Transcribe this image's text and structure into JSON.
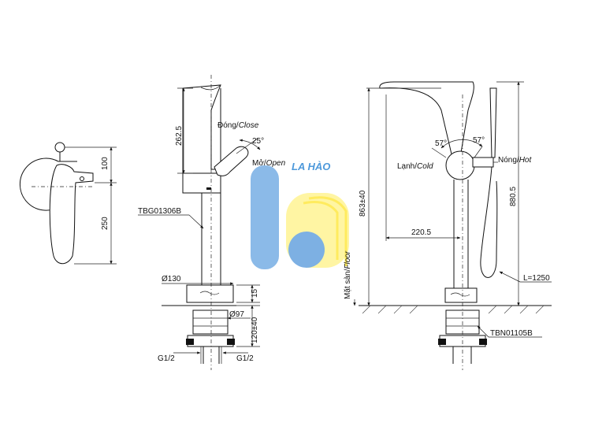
{
  "side_view": {
    "dim_100": "100",
    "dim_250": "250"
  },
  "front_view": {
    "dim_262_5": "262.5",
    "label_close_vi": "Đóng/",
    "label_close_en": "Close",
    "angle_25": "25°",
    "label_open_vi": "Mở/",
    "label_open_en": "Open",
    "model_code": "TBG01306B",
    "dim_d130": "Ø130",
    "dim_15": "15",
    "dim_d97": "Ø97",
    "dim_120_40": "120±40",
    "thread_left": "G1/2",
    "thread_right": "G1/2"
  },
  "profile_view": {
    "angle_57_left": "57°",
    "angle_57_right": "57°",
    "label_cold_vi": "Lạnh/",
    "label_cold_en": "Cold",
    "label_hot_vi": "Nóng/",
    "label_hot_en": "Hot",
    "dim_863_40": "863±40",
    "dim_880_5": "880.5",
    "dim_220_5": "220.5",
    "hose_length": "L=1250",
    "floor_vi": "Mặt sàn/",
    "floor_en": "Floor",
    "base_code": "TBN01105B"
  },
  "watermark": {
    "text": "LA HÀO",
    "colors": {
      "blue": "#5b9bd5",
      "yellow": "#fff27a",
      "text_blue": "#3b8fd8"
    }
  }
}
